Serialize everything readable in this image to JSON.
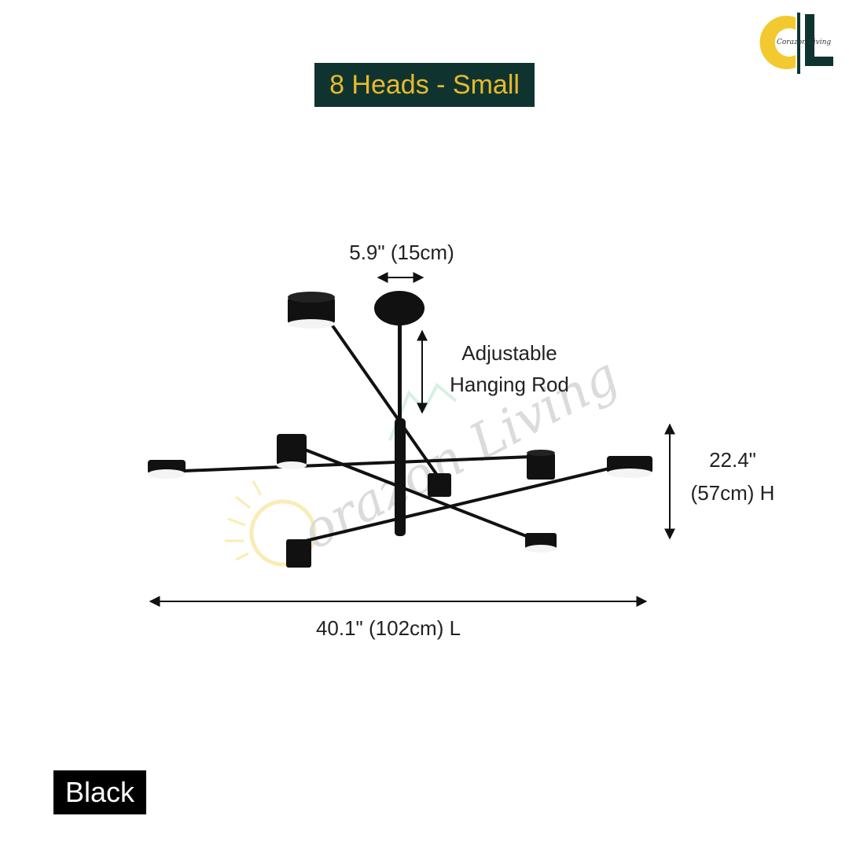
{
  "brand": {
    "logo_letters": "CL",
    "logo_script": "Corazon Living",
    "watermark": "Corazon Living",
    "colors": {
      "yellow": "#f2c92e",
      "dark_green": "#0f3430",
      "mint": "#8fd6b5"
    }
  },
  "title": "8 Heads - Small",
  "dimensions": {
    "canopy_width": "5.9\" (15cm)",
    "rod_label_line1": "Adjustable",
    "rod_label_line2": "Hanging Rod",
    "height_line1": "22.4\"",
    "height_line2": "(57cm) H",
    "length": "40.1\" (102cm) L"
  },
  "finish": "Black"
}
